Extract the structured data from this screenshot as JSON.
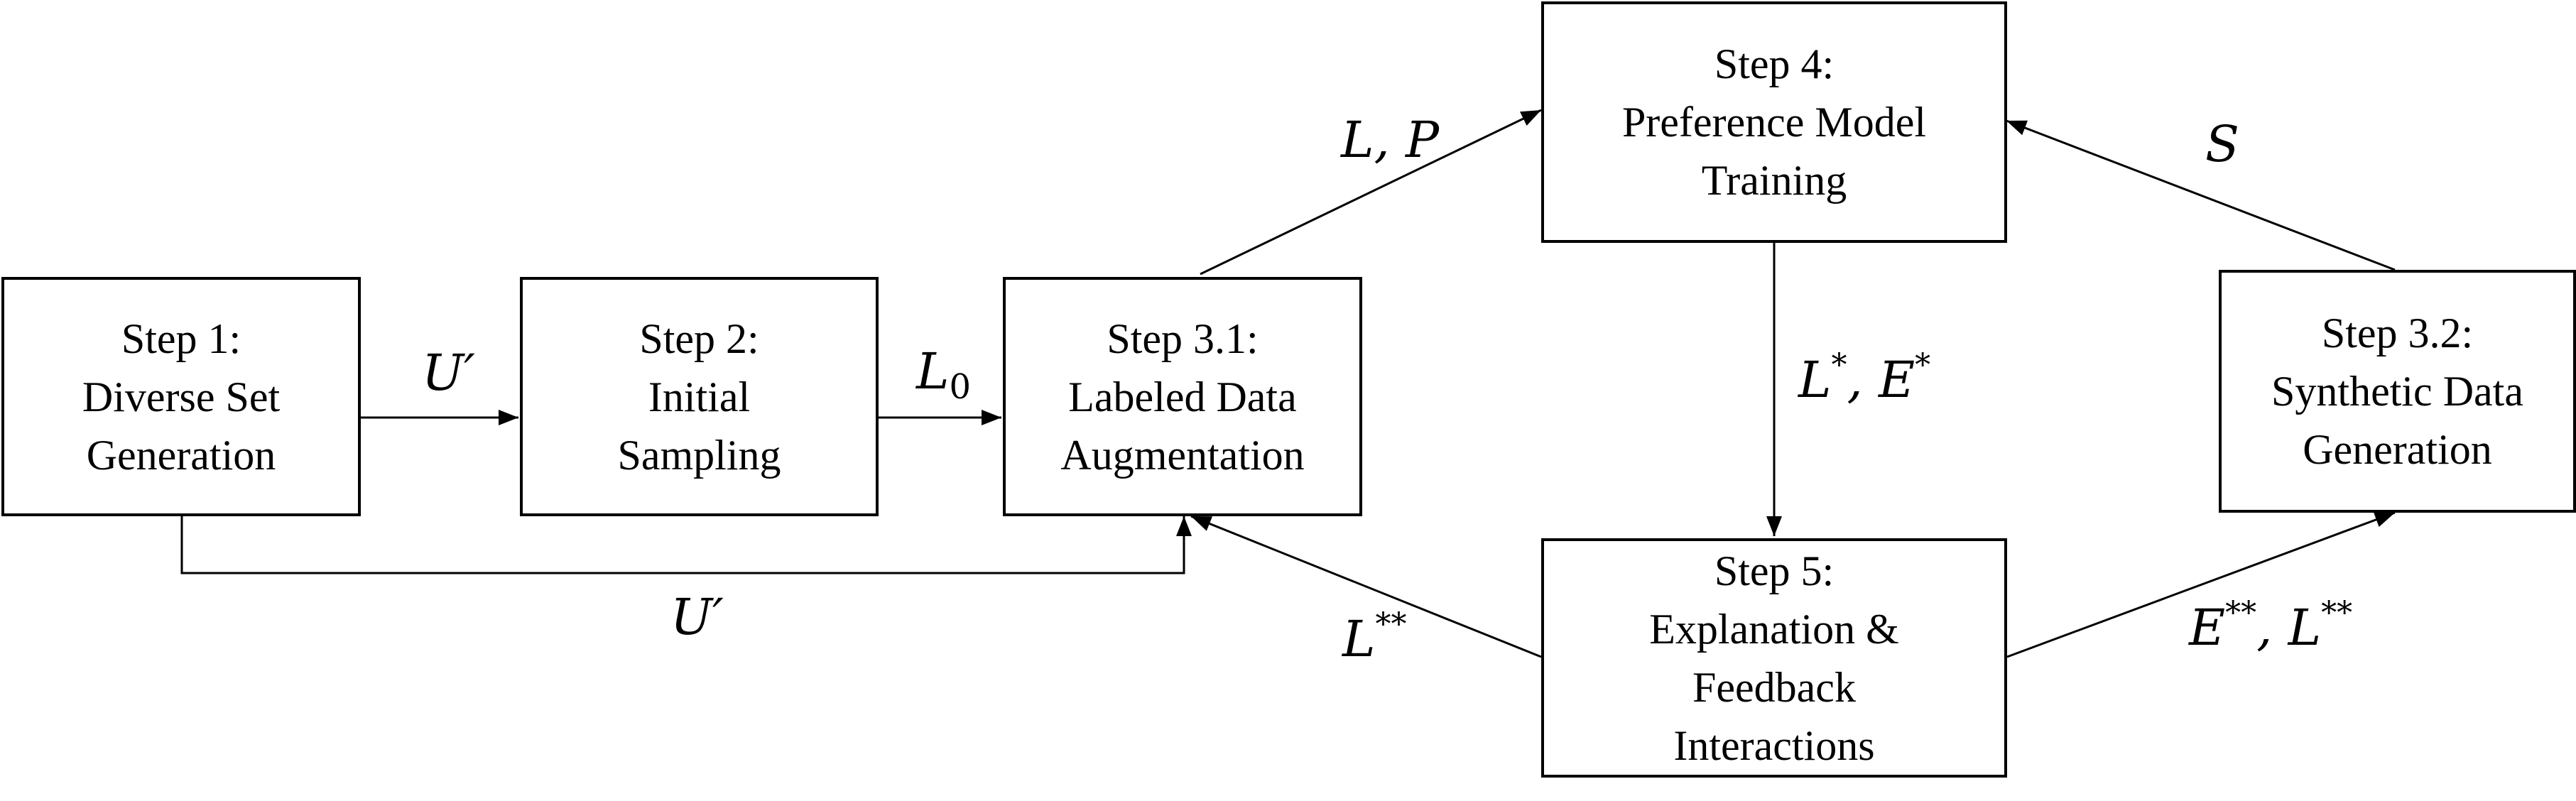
{
  "nodes": {
    "step1": {
      "lines": [
        "Step 1:",
        "Diverse Set",
        "Generation"
      ]
    },
    "step2": {
      "lines": [
        "Step 2:",
        "Initial",
        "Sampling"
      ]
    },
    "step3_1": {
      "lines": [
        "Step 3.1:",
        "Labeled Data",
        "Augmentation"
      ]
    },
    "step4": {
      "lines": [
        "Step 4:",
        "Preference Model",
        "Training"
      ]
    },
    "step5": {
      "lines": [
        "Step 5:",
        "Explanation &",
        "Feedback",
        "Interactions"
      ]
    },
    "step3_2": {
      "lines": [
        "Step 3.2:",
        "Synthetic Data",
        "Generation"
      ]
    }
  },
  "edges": {
    "step1_to_step2": {
      "label": "U′"
    },
    "step2_to_step3_1": {
      "label": "L",
      "sub": "0"
    },
    "step1_to_step3_1": {
      "label": "U′"
    },
    "step3_1_to_step4": {
      "label": "L, P"
    },
    "step3_2_to_step4": {
      "label": "S"
    },
    "step4_to_step5": {
      "label_a": "L",
      "sup_a": "*",
      "label_b": ", E",
      "sup_b": "*"
    },
    "step5_to_step3_1": {
      "label": "L",
      "sup": "**"
    },
    "step5_to_step3_2": {
      "label_a": "E",
      "sup_a": "**",
      "label_b": ", L",
      "sup_b": "**"
    }
  },
  "colors": {
    "line": "#000000",
    "box_fill": "#ffffff",
    "box_border": "#000000"
  }
}
